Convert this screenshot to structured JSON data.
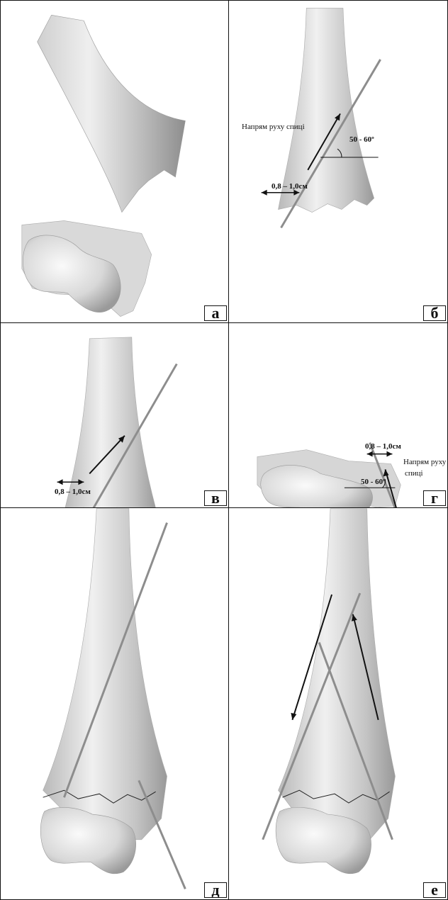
{
  "panels": [
    {
      "label": "а"
    },
    {
      "label": "б",
      "direction": "Напрям руху спиці",
      "angle": "50 - 60º",
      "distance": "0,8 – 1,0см"
    },
    {
      "label": "в",
      "distance": "0,8 – 1,0см"
    },
    {
      "label": "г",
      "direction_line1": "Напрям руху",
      "direction_line2": "спиці",
      "angle": "50 - 60º",
      "distance": "0,8 – 1,0см"
    },
    {
      "label": "д"
    },
    {
      "label": "е"
    }
  ],
  "colors": {
    "border": "#111111",
    "bone_light": "#e6e6e6",
    "bone_dark": "#8a8a8a",
    "wire": "#9a9a9a"
  }
}
